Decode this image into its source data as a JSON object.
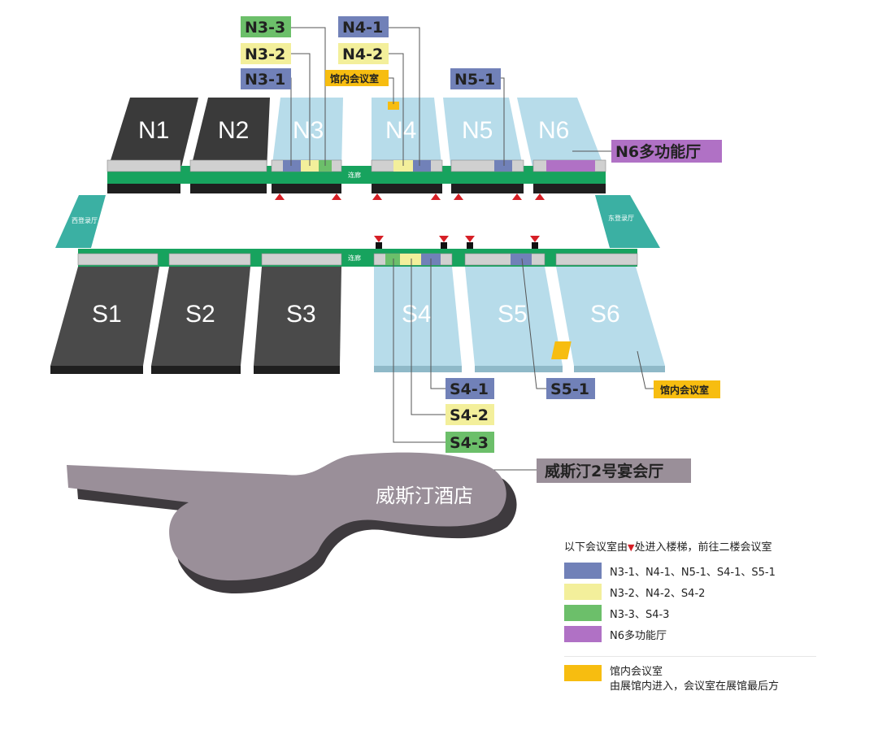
{
  "colors": {
    "dark_hall": "#4a4a4a",
    "light_hall": "#b7dcea",
    "corridor": "#17a35e",
    "lobby": "#3bb0a3",
    "blue": "#7181b8",
    "yellow": "#f3ef9b",
    "green": "#6cbf6a",
    "purple": "#b071c5",
    "orange": "#f7bd10",
    "hotel": "#9a8f99",
    "stair_marker": "#d61f26"
  },
  "halls": {
    "n1": "N1",
    "n2": "N2",
    "n3": "N3",
    "n4": "N4",
    "n5": "N5",
    "n6": "N6",
    "s1": "S1",
    "s2": "S2",
    "s3": "S3",
    "s4": "S4",
    "s5": "S5",
    "s6": "S6"
  },
  "corridor_label": "连廊",
  "lobbies": {
    "west": "西登录厅",
    "east": "东登录厅"
  },
  "rooms": {
    "n3_1": "N3-1",
    "n3_2": "N3-2",
    "n3_3": "N3-3",
    "n4_1": "N4-1",
    "n4_2": "N4-2",
    "n5_1": "N5-1",
    "n6_hall": "N6多功能厅",
    "s4_1": "S4-1",
    "s4_2": "S4-2",
    "s4_3": "S4-3",
    "s5_1": "S5-1",
    "inner_room_n4": "馆内会议室",
    "inner_room_s6": "馆内会议室"
  },
  "hotel": {
    "name": "威斯汀酒店",
    "banquet": "威斯汀2号宴会厅"
  },
  "legend": {
    "heading_prefix": "以下会议室由",
    "heading_marker": "▼",
    "heading_suffix": "处进入楼梯，前往二楼会议室",
    "items": [
      {
        "color": "#7181b8",
        "label": "N3-1、N4-1、N5-1、S4-1、S5-1"
      },
      {
        "color": "#f3ef9b",
        "label": "N3-2、N4-2、S4-2"
      },
      {
        "color": "#6cbf6a",
        "label": "N3-3、S4-3"
      },
      {
        "color": "#b071c5",
        "label": "N6多功能厅"
      }
    ],
    "room": {
      "color": "#f7bd10",
      "line1": "馆内会议室",
      "line2": "由展馆内进入，会议室在展馆最后方"
    }
  }
}
